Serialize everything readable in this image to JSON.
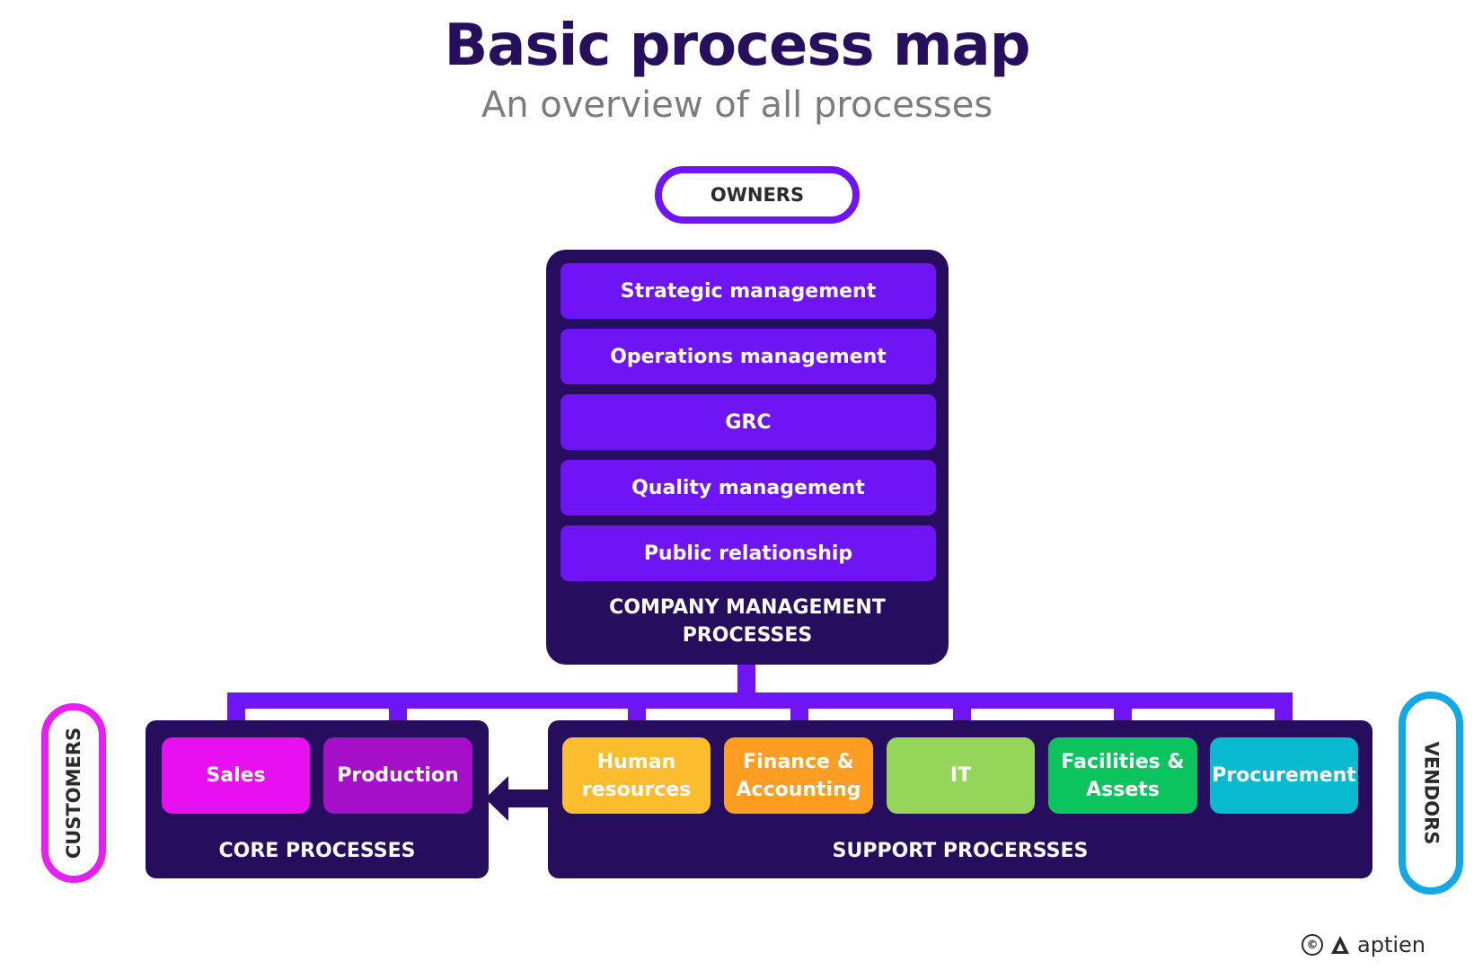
{
  "title": "Basic process map",
  "subtitle": "An overview of all processes",
  "owners_label": "OWNERS",
  "customers_label": "CUSTOMERS",
  "vendors_label": "VENDORS",
  "management": {
    "items": [
      "Strategic management",
      "Operations management",
      "GRC",
      "Quality management",
      "Public relationship"
    ],
    "caption_line1": "COMPANY MANAGEMENT",
    "caption_line2": "PROCESSES"
  },
  "core": {
    "caption": "CORE PROCESSES",
    "items": [
      {
        "line1": "Sales",
        "line2": "",
        "color": "#e80ff0"
      },
      {
        "line1": "Production",
        "line2": "",
        "color": "#a60fc8"
      }
    ]
  },
  "support": {
    "caption": "SUPPORT PROCERSSES",
    "items": [
      {
        "line1": "Human",
        "line2": "resources",
        "color": "#fbbd2e"
      },
      {
        "line1": "Finance &",
        "line2": "Accounting",
        "color": "#fd9e22"
      },
      {
        "line1": "IT",
        "line2": "",
        "color": "#95d65a"
      },
      {
        "line1": "Facilities &",
        "line2": "Assets",
        "color": "#0bc45e"
      },
      {
        "line1": "Procurement",
        "line2": "",
        "color": "#08b9d0"
      }
    ]
  },
  "colors": {
    "navy": "#260d5e",
    "purple": "#6f15f5",
    "customers_border": "#e81ff5",
    "vendors_border": "#12a8e8"
  },
  "footer": {
    "copyright_symbol": "©",
    "brand": "aptien"
  }
}
